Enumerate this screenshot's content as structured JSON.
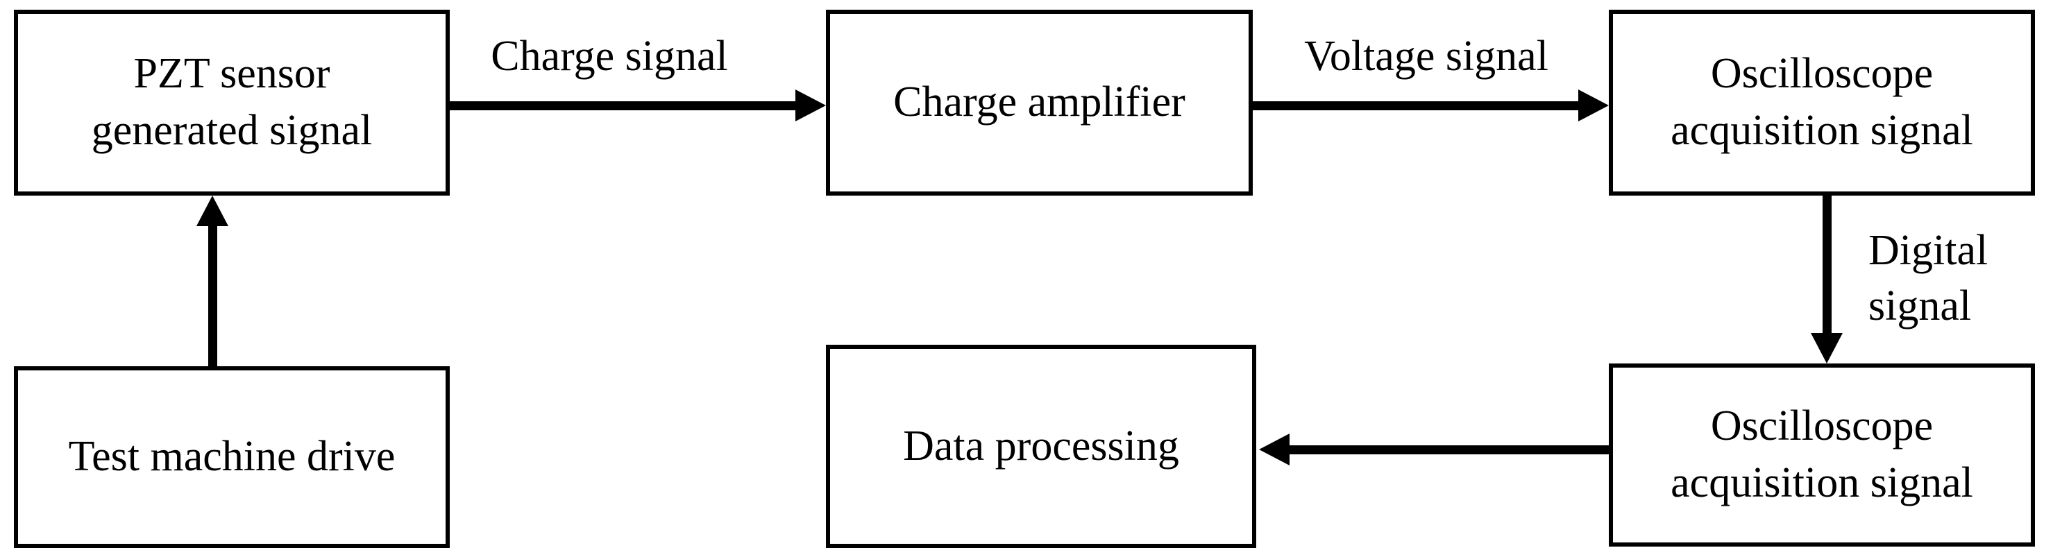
{
  "figure_type": "flow-diagram",
  "colors": {
    "background": "#ffffff",
    "line": "#000000",
    "text": "#000000",
    "node_fill": "#ffffff"
  },
  "nodes": {
    "pzt_sensor": {
      "lines": [
        "PZT sensor",
        "generated signal"
      ]
    },
    "charge_amplifier": {
      "lines": [
        "Charge amplifier"
      ]
    },
    "oscilloscope_top": {
      "lines": [
        "Oscilloscope",
        "acquisition signal"
      ]
    },
    "test_machine": {
      "lines": [
        "Test machine drive"
      ]
    },
    "data_processing": {
      "lines": [
        "Data processing"
      ]
    },
    "oscilloscope_bottom": {
      "lines": [
        "Oscilloscope",
        "acquisition signal"
      ]
    }
  },
  "edge_labels": {
    "charge": "Charge signal",
    "voltage": "Voltage signal",
    "digital": {
      "lines": [
        "Digital",
        "signal"
      ]
    }
  },
  "edges": [
    {
      "from": "Test machine drive",
      "to": "PZT sensor generated signal",
      "label": "",
      "direction": "up"
    },
    {
      "from": "PZT sensor generated signal",
      "to": "Charge amplifier",
      "label": "Charge signal",
      "direction": "right"
    },
    {
      "from": "Charge amplifier",
      "to": "Oscilloscope acquisition signal (top)",
      "label": "Voltage signal",
      "direction": "right"
    },
    {
      "from": "Oscilloscope acquisition signal (top)",
      "to": "Oscilloscope acquisition signal (bottom)",
      "label": "Digital signal",
      "direction": "down"
    },
    {
      "from": "Oscilloscope acquisition signal (bottom)",
      "to": "Data processing",
      "label": "",
      "direction": "left"
    }
  ]
}
